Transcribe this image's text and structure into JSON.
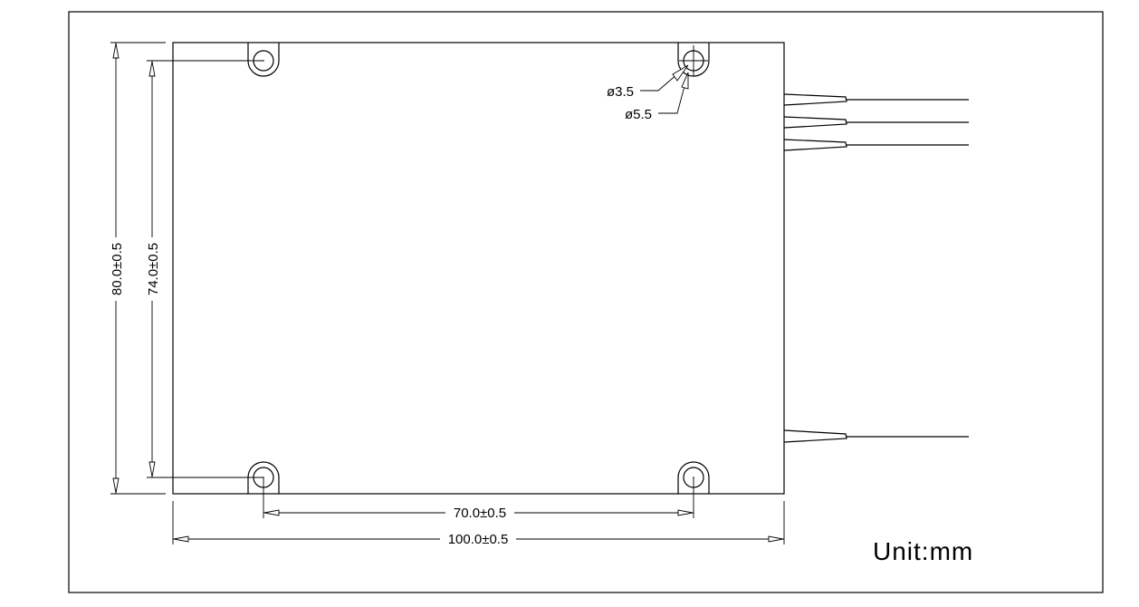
{
  "drawing": {
    "dimensions": {
      "height_outer": "80.0±0.5",
      "height_holes": "74.0±0.5",
      "width_holes": "70.0±0.5",
      "width_outer": "100.0±0.5"
    },
    "hole_callouts": {
      "inner": "ø3.5",
      "outer": "ø5.5"
    },
    "unit_label": "Unit:mm",
    "fiber_count": 4
  }
}
